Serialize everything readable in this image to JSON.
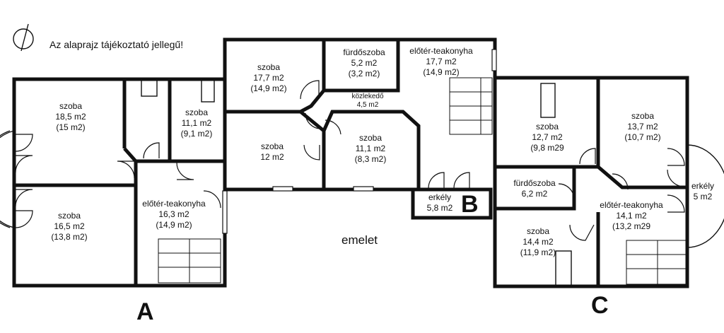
{
  "note": "Az alaprajz tájékoztató jellegű!",
  "floor_label": "emelet",
  "building_letters": {
    "a": "A",
    "b": "B",
    "c": "C"
  },
  "compass_icon": "compass-north-icon",
  "rooms": {
    "a_szoba_1": {
      "name": "szoba",
      "area": "18,5 m2",
      "net": "(15 m2)"
    },
    "a_szoba_2": {
      "name": "szoba",
      "area": "16,5 m2",
      "net": "(13,8 m2)"
    },
    "a_szoba_3": {
      "name": "szoba",
      "area": "11,1 m2",
      "net": "(9,1 m2)"
    },
    "a_eloter": {
      "name": "előtér-teakonyha",
      "area": "16,3 m2",
      "net": "(14,9 m2)"
    },
    "b_szoba_1": {
      "name": "szoba",
      "area": "17,7 m2",
      "net": "(14,9 m2)"
    },
    "b_furdo": {
      "name": "fürdőszoba",
      "area": "5,2 m2",
      "net": "(3,2 m2)"
    },
    "b_eloter": {
      "name": "előtér-teakonyha",
      "area": "17,7 m2",
      "net": "(14,9 m2)"
    },
    "b_kozlekedo": {
      "name": "közlekedő",
      "area": "4,5 m2"
    },
    "b_szoba_2": {
      "name": "szoba",
      "area": "12 m2"
    },
    "b_szoba_3": {
      "name": "szoba",
      "area": "11,1 m2",
      "net": "(8,3 m2)"
    },
    "b_erkely": {
      "name": "erkély",
      "area": "5,8 m2"
    },
    "c_szoba_1": {
      "name": "szoba",
      "area": "12,7 m2",
      "net": "(9,8 m29"
    },
    "c_szoba_2": {
      "name": "szoba",
      "area": "13,7 m2",
      "net": "(10,7 m2)"
    },
    "c_furdo": {
      "name": "fürdőszoba",
      "area": "6,2 m2"
    },
    "c_erkely": {
      "name": "erkély",
      "area": "5 m2"
    },
    "c_eloter": {
      "name": "előtér-teakonyha",
      "area": "14,1 m2",
      "net": "(13,2 m29"
    },
    "c_szoba_3": {
      "name": "szoba",
      "area": "14,4 m2",
      "net": "(11,9 m2)"
    }
  }
}
